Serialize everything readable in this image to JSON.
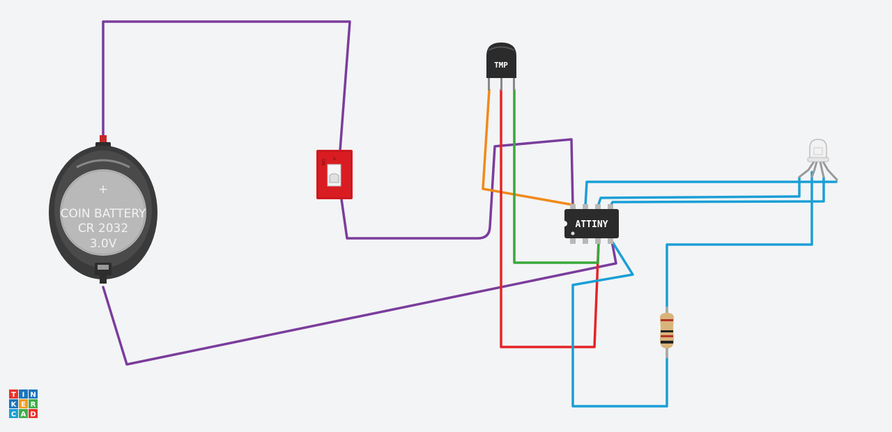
{
  "canvas": {
    "background": "#f3f4f6"
  },
  "colors": {
    "purple": "#7a3d9b",
    "red": "#e52427",
    "green": "#3aa83a",
    "orange": "#f08a1a",
    "blue": "#1a9fd6",
    "chip": "#2b2b2b",
    "switch_red": "#d91c22"
  },
  "battery": {
    "line1": "COIN BATTERY",
    "line2": "CR 2032",
    "line3": "3.0V",
    "symbol": "+"
  },
  "slide_switch": {
    "label_on": "ON",
    "label_s": "S",
    "icon": "slide-switch-icon"
  },
  "temp_sensor": {
    "label": "TMP"
  },
  "microcontroller": {
    "label": "ATTINY"
  },
  "resistor": {
    "icon": "resistor-icon"
  },
  "rgb_led": {
    "icon": "rgb-led-icon"
  },
  "logo": {
    "letters": [
      "T",
      "I",
      "N",
      "K",
      "E",
      "R",
      "C",
      "A",
      "D"
    ]
  }
}
